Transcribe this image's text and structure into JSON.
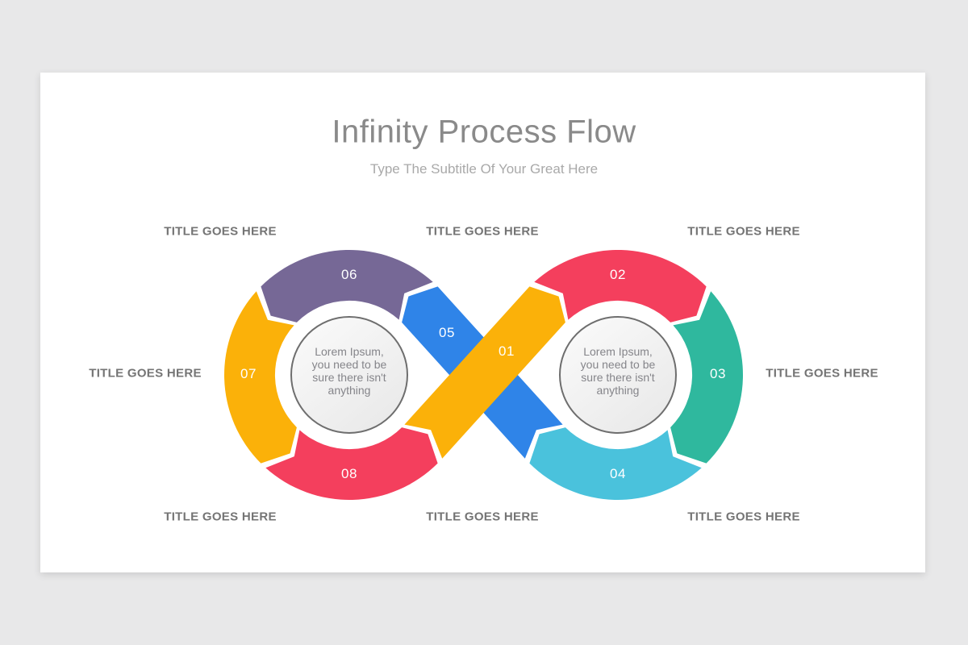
{
  "theme": {
    "bg": "#e8e8e9",
    "card": "#ffffff",
    "title": "#8a8a8a",
    "subtitle": "#a9a9a9",
    "label": "#747474",
    "number": "#ffffff",
    "circle_text": "#85858a",
    "circle_border": "#6e6e6e",
    "circle_fill_light": "#fbfbfb",
    "circle_fill_dark": "#e9e9e9"
  },
  "header": {
    "title": "Infinity Process Flow",
    "subtitle": "Type The Subtitle Of Your Great Here"
  },
  "outer_labels": {
    "top_left": "TITLE GOES HERE",
    "top_center": "TITLE GOES HERE",
    "top_right": "TITLE GOES HERE",
    "mid_left": "TITLE GOES HERE",
    "mid_right": "TITLE GOES HERE",
    "bottom_left": "TITLE GOES HERE",
    "bottom_center": "TITLE GOES HERE",
    "bottom_right": "TITLE GOES HERE"
  },
  "segments": {
    "s01": {
      "number": "01",
      "color": "#FBB109"
    },
    "s02": {
      "number": "02",
      "color": "#F43F5D"
    },
    "s03": {
      "number": "03",
      "color": "#2FB89E"
    },
    "s04": {
      "number": "04",
      "color": "#4AC2DC"
    },
    "s05": {
      "number": "05",
      "color": "#2F84E8"
    },
    "s06": {
      "number": "06",
      "color": "#766896"
    },
    "s07": {
      "number": "07",
      "color": "#FBB109"
    },
    "s08": {
      "number": "08",
      "color": "#F43F5D"
    }
  },
  "circles": {
    "text": {
      "line1": "Lorem Ipsum,",
      "line2": "you need to be",
      "line3": "sure there isn't",
      "line4": "anything"
    }
  }
}
